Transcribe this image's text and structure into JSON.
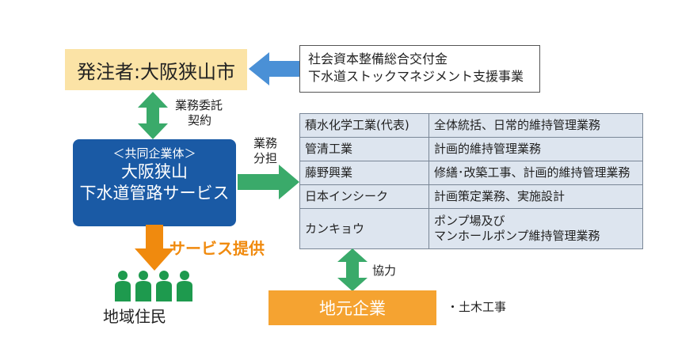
{
  "orderer": {
    "label": "発注者:大阪狭山市"
  },
  "subsidy": {
    "lines": [
      "社会資本整備総合交付金",
      "下水道ストックマネジメント支援事業"
    ]
  },
  "contract_label": {
    "lines": [
      "業務委託",
      "契約"
    ]
  },
  "jv": {
    "subtitle": "＜共同企業体＞",
    "name_lines": [
      "大阪狭山",
      "下水道管路サービス"
    ]
  },
  "division_label": {
    "lines": [
      "業務",
      "分担"
    ]
  },
  "partners": [
    {
      "company": "積水化学工業(代表)",
      "role_lines": [
        "全体統括、日常的維持管理業務"
      ]
    },
    {
      "company": "管清工業",
      "role_lines": [
        "計画的維持管理業務"
      ]
    },
    {
      "company": "藤野興業",
      "role_lines": [
        "修繕･改築工事、計画的維持管理業務"
      ]
    },
    {
      "company": "日本インシーク",
      "role_lines": [
        "計画策定業務、実施設計"
      ]
    },
    {
      "company": "カンキョウ",
      "role_lines": [
        "ポンプ場及び",
        "マンホールポンプ維持管理業務"
      ]
    }
  ],
  "service": {
    "label": "サービス提供"
  },
  "residents": {
    "label": "地域住民"
  },
  "cooperation": {
    "label": "協力"
  },
  "local_companies": {
    "label": "地元企業",
    "note": "・土木工事"
  },
  "colors": {
    "orderer_fill": "#fbe3a6",
    "jv_fill": "#1a5aa5",
    "arrow_blue": "#4a90d6",
    "arrow_green": "#3aaa6a",
    "arrow_orange": "#f08a0e",
    "table_fill": "#dde5ef",
    "local_fill": "#f5a331",
    "people_green": "#1e9a4e"
  }
}
